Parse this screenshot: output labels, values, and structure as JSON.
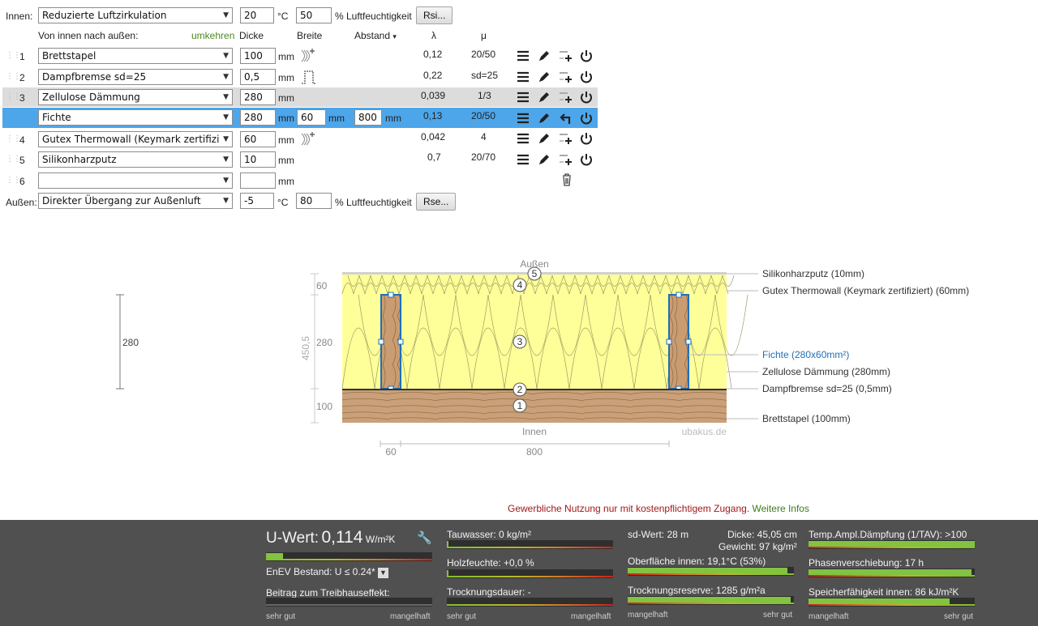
{
  "inner": {
    "label": "Innen:",
    "transition": "Reduzierte Luftzirkulation",
    "temp": "20",
    "temp_unit": "°C",
    "humidity": "50",
    "humidity_unit": "% Luftfeuchtigkeit",
    "button": "Rsi..."
  },
  "header": {
    "direction": "Von innen nach außen:",
    "reverse": "umkehren",
    "thickness": "Dicke",
    "width": "Breite",
    "spacing": "Abstand",
    "spacing_arrow": "▾",
    "lambda": "λ",
    "mu": "μ"
  },
  "layers": [
    {
      "num": "1",
      "material": "Brettstapel",
      "thickness": "100",
      "unit": "mm",
      "lambda": "0,12",
      "mu": "20/50"
    },
    {
      "num": "2",
      "material": "Dampfbremse sd=25",
      "thickness": "0,5",
      "unit": "mm",
      "lambda": "0,22",
      "mu": "sd=25"
    },
    {
      "num": "3",
      "material": "Zellulose Dämmung",
      "thickness": "280",
      "unit": "mm",
      "lambda": "0,039",
      "mu": "1/3"
    },
    {
      "num": "",
      "material": "Fichte",
      "thickness": "280",
      "unit": "mm",
      "width": "60",
      "width_unit": "mm",
      "spacing": "800",
      "spacing_unit": "mm",
      "lambda": "0,13",
      "mu": "20/50"
    },
    {
      "num": "4",
      "material": "Gutex Thermowall  (Keymark zertifizi",
      "thickness": "60",
      "unit": "mm",
      "lambda": "0,042",
      "mu": "4"
    },
    {
      "num": "5",
      "material": "Silikonharzputz",
      "thickness": "10",
      "unit": "mm",
      "lambda": "0,7",
      "mu": "20/70"
    },
    {
      "num": "6",
      "material": "",
      "thickness": "",
      "unit": "mm",
      "lambda": "",
      "mu": ""
    }
  ],
  "outer": {
    "label": "Außen:",
    "transition": "Direkter Übergang zur Außenluft",
    "temp": "-5",
    "temp_unit": "°C",
    "humidity": "80",
    "humidity_unit": "% Luftfeuchtigkeit",
    "button": "Rse..."
  },
  "diagram": {
    "top_label": "Außen",
    "bottom_label": "Innen",
    "watermark": "ubakus.de",
    "left_dim": "280",
    "dim_60": "60",
    "dim_280": "280",
    "dim_100": "100",
    "dim_total": "450,5",
    "bottom_dim_60": "60",
    "bottom_dim_800": "800",
    "circle_labels": [
      "5",
      "4",
      "3",
      "2",
      "1"
    ],
    "legend": [
      "Silikonharzputz (10mm)",
      "Gutex Thermowall  (Keymark zertifiziert) (60mm)",
      "Fichte (280x60mm²)",
      "Zellulose Dämmung (280mm)",
      "Dampfbremse sd=25 (0,5mm)",
      "Brettstapel (100mm)"
    ],
    "colors": {
      "insulation": "#ffff99",
      "wood": "#c49a6c",
      "highlight": "#1e6fb8"
    }
  },
  "notice": {
    "text": "Gewerbliche Nutzung nur mit kostenpflichtigem Zugang.",
    "link": "Weitere Infos"
  },
  "results": {
    "uwert_label": "U-Wert:",
    "uwert_value": "0,114",
    "uwert_unit": "W/m²K",
    "uwert_fraction": 0.1,
    "enev": "EnEV Bestand: U ≤ 0.24*",
    "treibhaus": "Beitrag zum Treibhauseffekt:",
    "tauwasser": "Tauwasser: 0 kg/m²",
    "holzfeuchte": "Holzfeuchte: +0,0 %",
    "trocknungsdauer": "Trocknungsdauer: -",
    "sd_wert": "sd-Wert: 28 m",
    "dicke": "Dicke: 45,05 cm",
    "gewicht": "Gewicht: 97 kg/m²",
    "oberflaeche": "Oberfläche innen: 19,1°C (53%)",
    "trocknungsreserve": "Trocknungsreserve: 1285 g/m²a",
    "temp_amp": "Temp.Ampl.Dämpfung (1/TAV): >100",
    "phasen": "Phasenverschiebung: 17 h",
    "speicher": "Speicherfähigkeit innen: 86 kJ/m²K",
    "scale_good": "sehr gut",
    "scale_bad": "mangelhaft"
  },
  "accent_colors": {
    "selected_row": "#4da6ea",
    "green": "#82c341",
    "dark_panel": "#505050"
  }
}
